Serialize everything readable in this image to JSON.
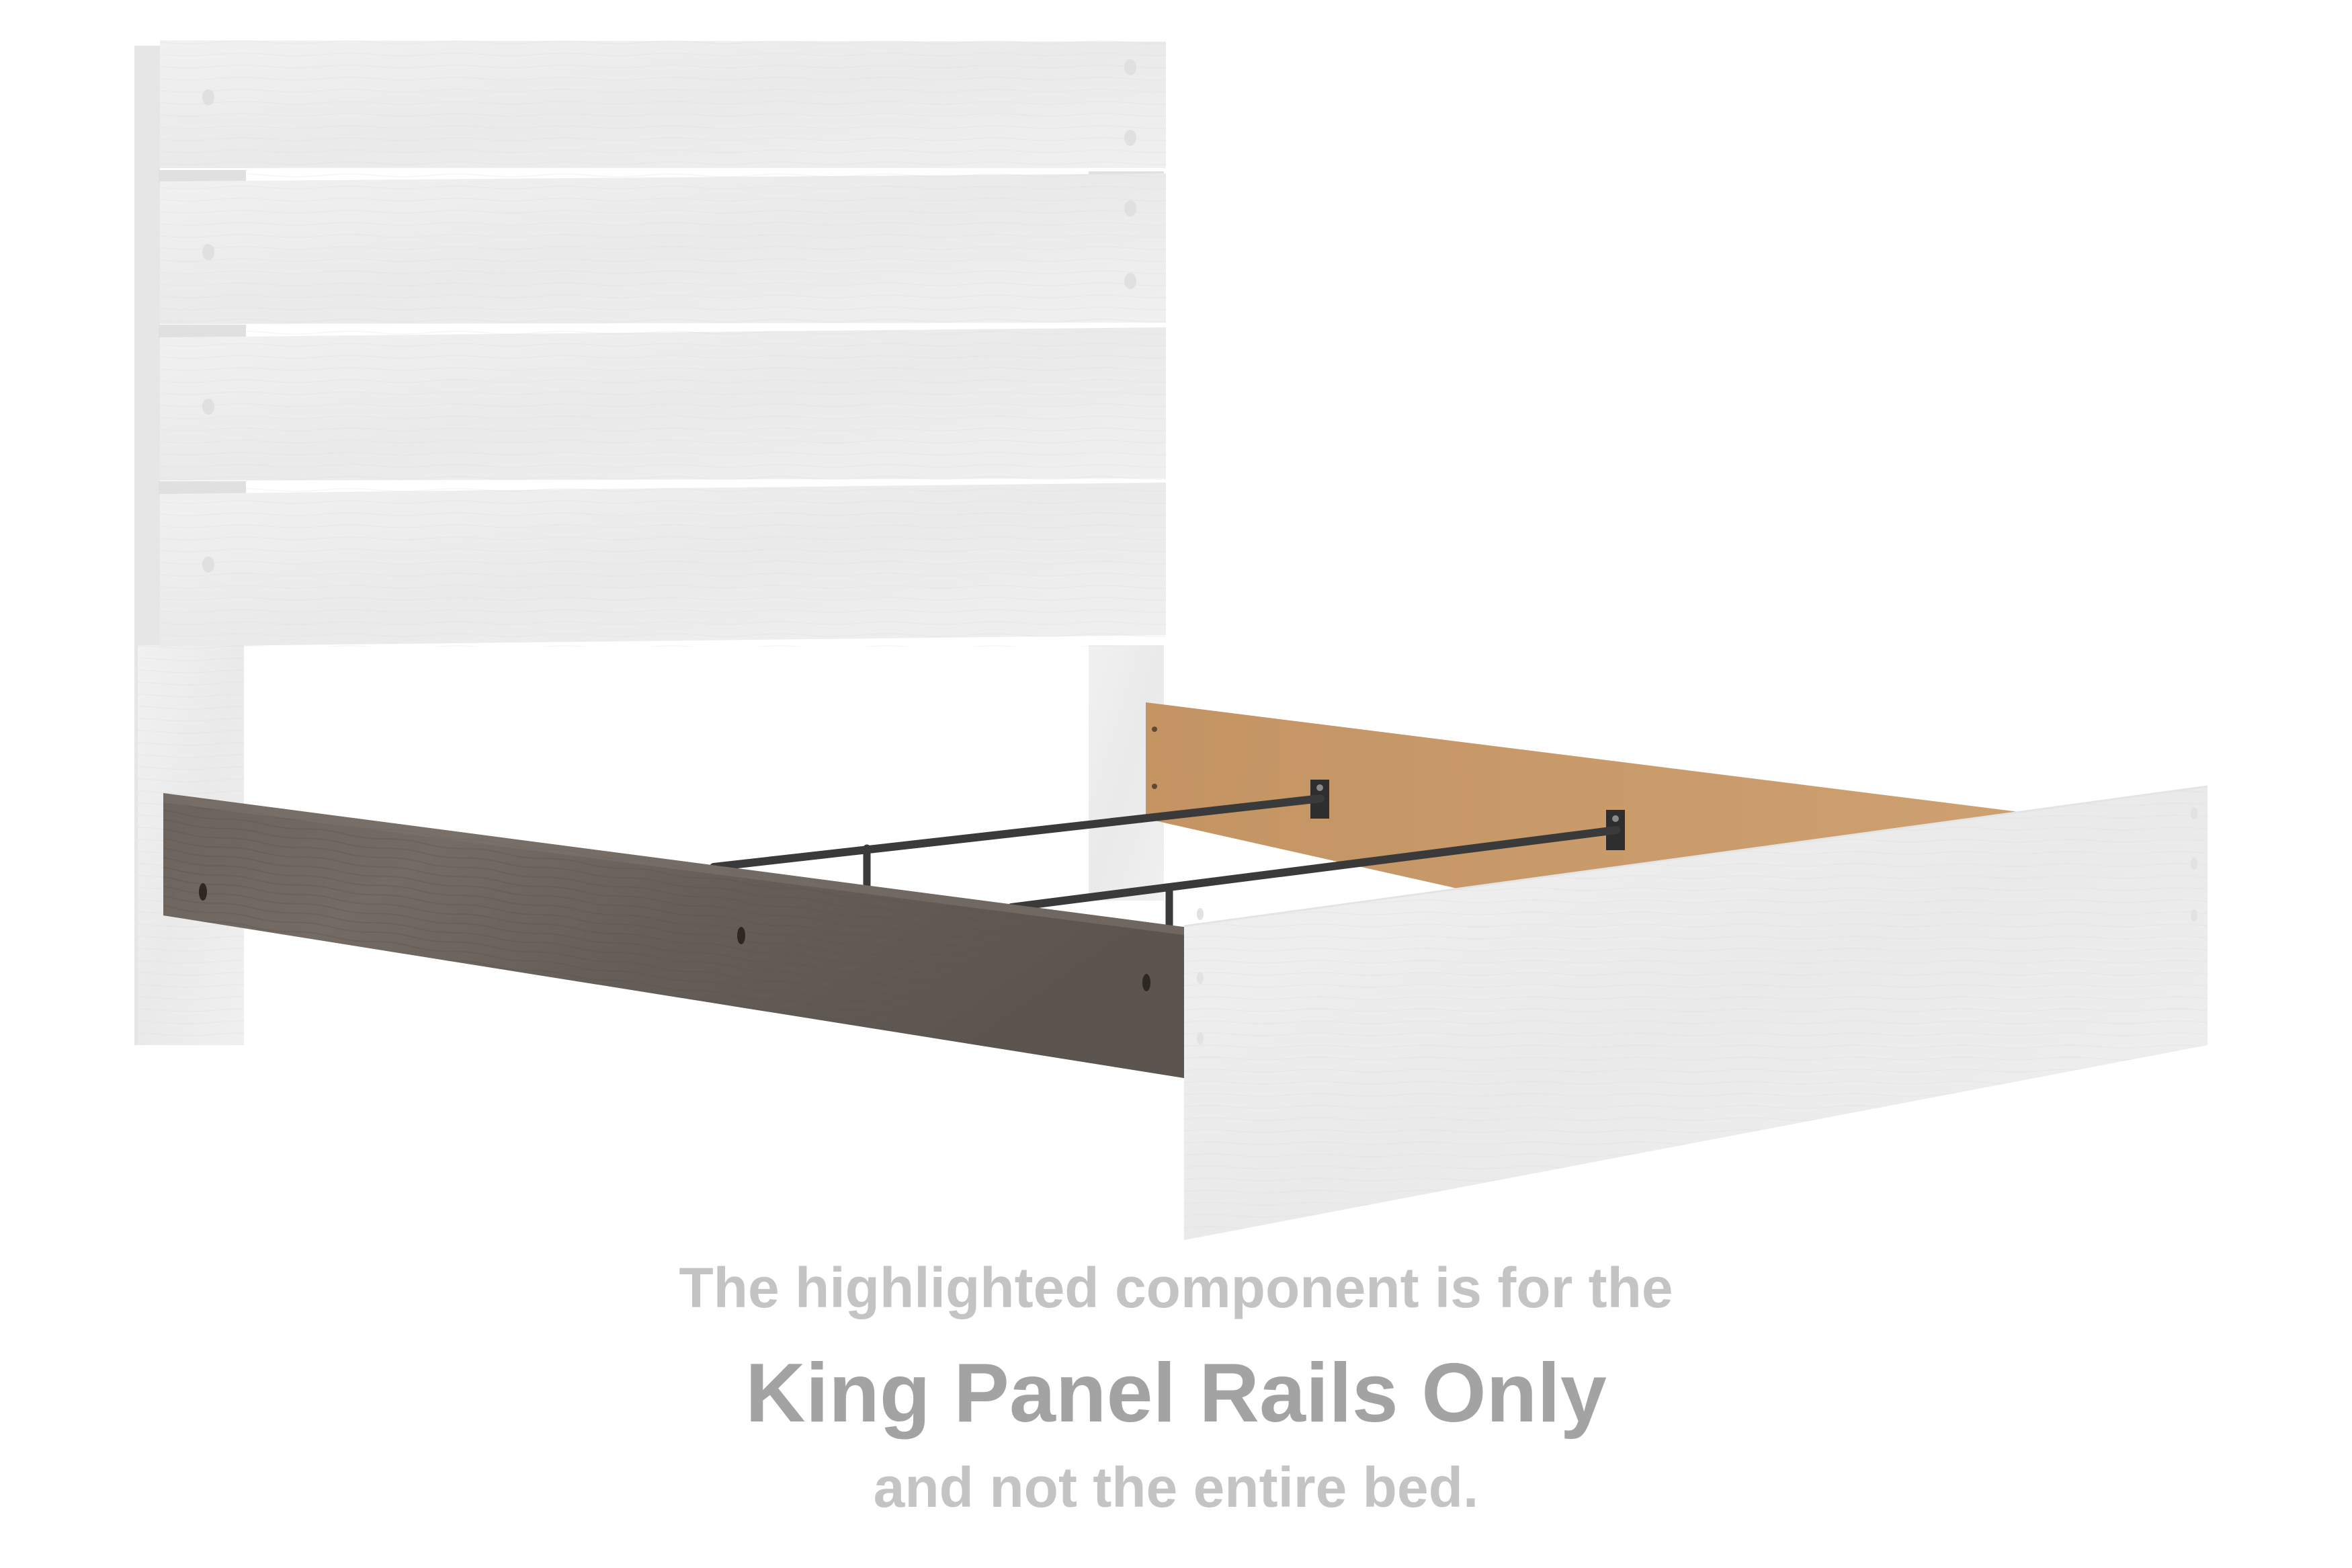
{
  "image": {
    "subject": "King panel bed with highlighted side rail",
    "colors": {
      "background": "#ffffff",
      "white_wood": "#eeeeee",
      "white_wood_shadow": "#e2e2e2",
      "highlight_rail": "#6e655e",
      "highlight_rail_dark": "#544c46",
      "back_rail_cardboard": "#c8996a",
      "metal_frame": "#3a3a3a",
      "caption_light": "#c4c4c4",
      "caption_dark": "#a3a3a3"
    }
  },
  "components": {
    "headboard": {
      "label": "Headboard",
      "highlighted": false,
      "slats": 4
    },
    "near_side_rail": {
      "label": "Side rail",
      "highlighted": true
    },
    "far_side_rail": {
      "label": "Side rail (back view)",
      "highlighted": false
    },
    "metal_support_rails": {
      "label": "Metal support rails",
      "count": 2,
      "highlighted": false
    },
    "footboard": {
      "label": "Footboard",
      "highlighted": false
    }
  },
  "caption": {
    "line1": "The highlighted component is for the",
    "line2": "King Panel Rails Only",
    "line3": "and not the entire bed."
  }
}
